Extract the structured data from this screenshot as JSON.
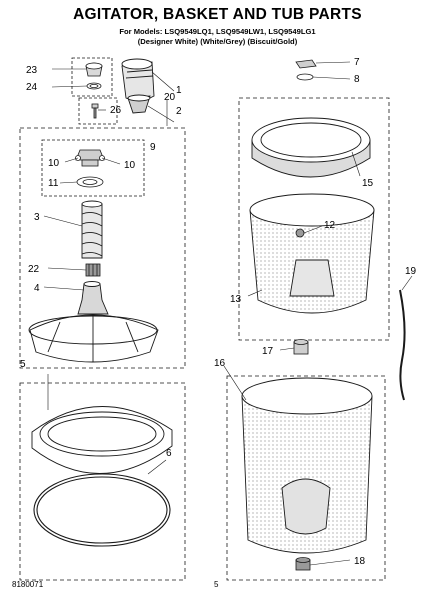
{
  "header": {
    "title": "AGITATOR, BASKET AND TUB PARTS",
    "models_line": "For Models: LSQ9549LQ1, LSQ9549LW1, LSQ9549LG1",
    "colors_line": "(Designer White)  (White/Grey)  (Biscuit/Gold)"
  },
  "footer": {
    "doc_number": "8180071",
    "page_number": "5"
  },
  "callouts": {
    "c1": "1",
    "c2": "2",
    "c3": "3",
    "c4": "4",
    "c5": "5",
    "c6": "6",
    "c7": "7",
    "c8": "8",
    "c9": "9",
    "c10a": "10",
    "c10b": "10",
    "c11": "11",
    "c12": "12",
    "c13": "13",
    "c15": "15",
    "c16": "16",
    "c17": "17",
    "c18": "18",
    "c19": "19",
    "c20": "20",
    "c22": "22",
    "c23": "23",
    "c24": "24",
    "c26": "26"
  },
  "colors": {
    "line": "#1a1a1a",
    "shade": "#bdbdbd",
    "dark": "#555555"
  }
}
